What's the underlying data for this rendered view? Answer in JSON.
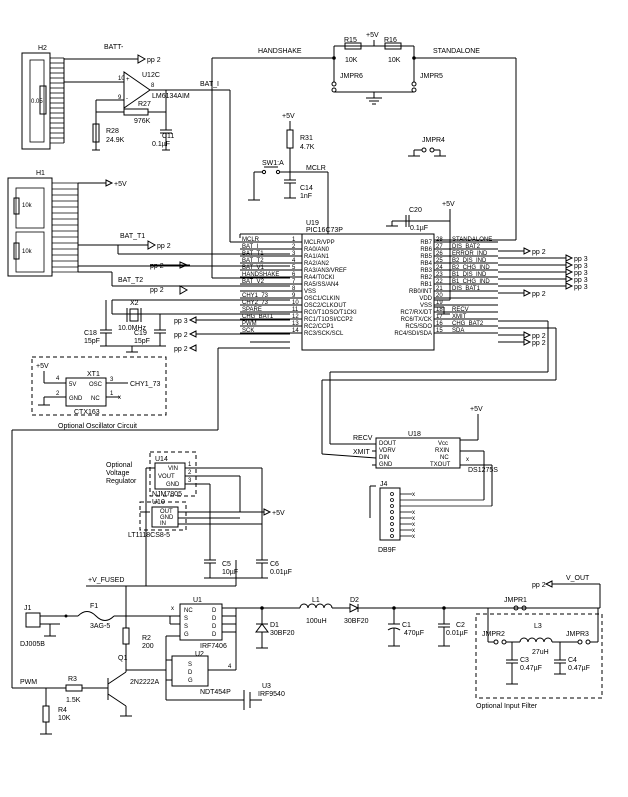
{
  "nets": {
    "batt_minus": "BATT-",
    "handshake": "HANDSHAKE",
    "standalone": "STANDALONE",
    "bat_i": "BAT_I",
    "bat_t1": "BAT_T1",
    "bat_t2": "BAT_T2",
    "plus5v": "+5V",
    "pp2": "pp 2",
    "pp3": "pp 3",
    "mclr": "MCLR",
    "recv": "RECV",
    "xmit": "XMIT",
    "v_fused": "+V_FUSED",
    "v_out": "V_OUT",
    "pwm": "PWM",
    "chy1_73": "CHY1_73"
  },
  "parts": {
    "h2": "H2",
    "h1": "H1",
    "u12c": "U12C",
    "u12c_value": "LM6134AIM",
    "r27": "R27",
    "r27_value": "976K",
    "r28": "R28",
    "r28_value": "24.9K",
    "c11": "C11",
    "c11_value": "0.1µF",
    "r15": "R15",
    "r15_value": "10K",
    "r16": "R16",
    "r16_value": "10K",
    "jmpr6": "JMPR6",
    "jmpr5": "JMPR5",
    "jmpr4": "JMPR4",
    "r31": "R31",
    "r31_value": "4.7K",
    "sw1": "SW1:A",
    "c14": "C14",
    "c14_value": "1nF",
    "c20": "C20",
    "c20_value": "0.1µF",
    "u19": "U19",
    "u19_value": "PIC16C73P",
    "x2": "X2",
    "x2_value": "10.0MHz",
    "c18": "C18",
    "c18_value": "15pF",
    "c19": "C19",
    "c19_value": "15pF",
    "xt1": "XT1",
    "xt1_value": "CTX163",
    "u18": "U18",
    "u18_value": "DS1275S",
    "j4": "J4",
    "j4_value": "DB9F",
    "u14": "U14",
    "u14_value": "NJM7805",
    "u10": "U10",
    "u10_value": "LT1118CS8-5",
    "c5": "C5",
    "c5_value": "10µF",
    "c6": "C6",
    "c6_value": "0.01µF",
    "j1": "J1",
    "j1_value": "DJ005B",
    "f1": "F1",
    "f1_value": "3AG-5",
    "u1": "U1",
    "u1_value": "IRF7406",
    "d1": "D1",
    "d1_value": "30BF20",
    "l1": "L1",
    "l1_value": "100uH",
    "d2": "D2",
    "d2_value": "30BF20",
    "c1": "C1",
    "c1_value": "470µF",
    "c2": "C2",
    "c2_value": "0.01µF",
    "jmpr1": "JMPR1",
    "jmpr2": "JMPR2",
    "jmpr3": "JMPR3",
    "l3": "L3",
    "l3_value": "27uH",
    "c3": "C3",
    "c3_value": "0.47µF",
    "c4": "C4",
    "c4_value": "0.47µF",
    "r2": "R2",
    "r2_value": "200",
    "u2": "U2",
    "u2_value": "NDT454P",
    "u3": "U3",
    "u3_value": "IRF9540",
    "q1": "Q1",
    "q1_value": "2N2222A",
    "r3": "R3",
    "r3_value": "1.5K",
    "r4": "R4",
    "r4_value": "10K",
    "h2_res": "0.05",
    "h1_res_a": "10k",
    "h1_res_b": "10k"
  },
  "u19_left_pins": [
    {
      "net": "MCLR",
      "num": "1",
      "name": "MCLR/VPP"
    },
    {
      "net": "BAT_I",
      "num": "2",
      "name": "RA0/AN0"
    },
    {
      "net": "BAT_T1",
      "num": "3",
      "name": "RA1/AN1"
    },
    {
      "net": "BAT_T2",
      "num": "4",
      "name": "RA2/AN2"
    },
    {
      "net": "BAT_V1",
      "num": "5",
      "name": "RA3/AN3/VREF"
    },
    {
      "net": "HANDSHAKE",
      "num": "6",
      "name": "RA4/T0CKI"
    },
    {
      "net": "BAT_V2",
      "num": "7",
      "name": "RA5/SS/AN4"
    },
    {
      "net": "",
      "num": "8",
      "name": "VSS"
    },
    {
      "net": "CHY1_73",
      "num": "9",
      "name": "OSC1/CLKIN"
    },
    {
      "net": "CHY2_73",
      "num": "10",
      "name": "OSC2/CLKOUT"
    },
    {
      "net": "SPARE",
      "num": "11",
      "name": "RC0/T1OSO/T1CKI"
    },
    {
      "net": "CHG_BAT1",
      "num": "12",
      "name": "RC1/T1OSI/CCP2"
    },
    {
      "net": "PWM",
      "num": "13",
      "name": "RC2/CCP1"
    },
    {
      "net": "SCK",
      "num": "14",
      "name": "RC3/SCK/SCL"
    }
  ],
  "u19_right_pins": [
    {
      "name": "RB7",
      "num": "28",
      "net": "STANDALONE"
    },
    {
      "name": "RB6",
      "num": "27",
      "net": "DIS_BAT2"
    },
    {
      "name": "RB5",
      "num": "26",
      "net": "ERROR_IND"
    },
    {
      "name": "RB4",
      "num": "25",
      "net": "B2_DIS_IND"
    },
    {
      "name": "RB3",
      "num": "24",
      "net": "B2_CHG_IND"
    },
    {
      "name": "RB2",
      "num": "23",
      "net": "B1_DIS_IND"
    },
    {
      "name": "RB1",
      "num": "22",
      "net": "B1_CHG_IND"
    },
    {
      "name": "RB0/INT",
      "num": "21",
      "net": "DIS_BAT1"
    },
    {
      "name": "VDD",
      "num": "20",
      "net": ""
    },
    {
      "name": "VSS",
      "num": "19",
      "net": ""
    },
    {
      "name": "RC7/RX/DT",
      "num": "18",
      "net": "RECV"
    },
    {
      "name": "RC6/TX/CK",
      "num": "17",
      "net": "XMIT"
    },
    {
      "name": "RC5/SDO",
      "num": "16",
      "net": "CHG_BAT2"
    },
    {
      "name": "RC4/SDI/SDA",
      "num": "15",
      "net": "SDA"
    }
  ],
  "u18_pins": {
    "dout": "DOUT",
    "vdrv": "VDRV",
    "din": "DIN",
    "gnd": "GND",
    "vcc": "Vcc",
    "rxin": "RXIN",
    "nc": "NC",
    "txout": "TXOUT"
  },
  "xt1_pins": {
    "v5": "5V",
    "gnd": "GND",
    "osc": "OSC",
    "nc": "NC"
  },
  "reg_pins": {
    "vin": "VIN",
    "vout": "VOUT",
    "gnd": "GND",
    "in": "IN",
    "out": "OUT"
  },
  "u1_pins": {
    "nc": "NC",
    "s": "S",
    "g": "G",
    "d": "D"
  },
  "captions": {
    "osc": "Optional Oscillator Circuit",
    "reg_1": "Optional",
    "reg_2": "Voltage",
    "reg_3": "Regulator",
    "filter": "Optional Input Filter"
  }
}
